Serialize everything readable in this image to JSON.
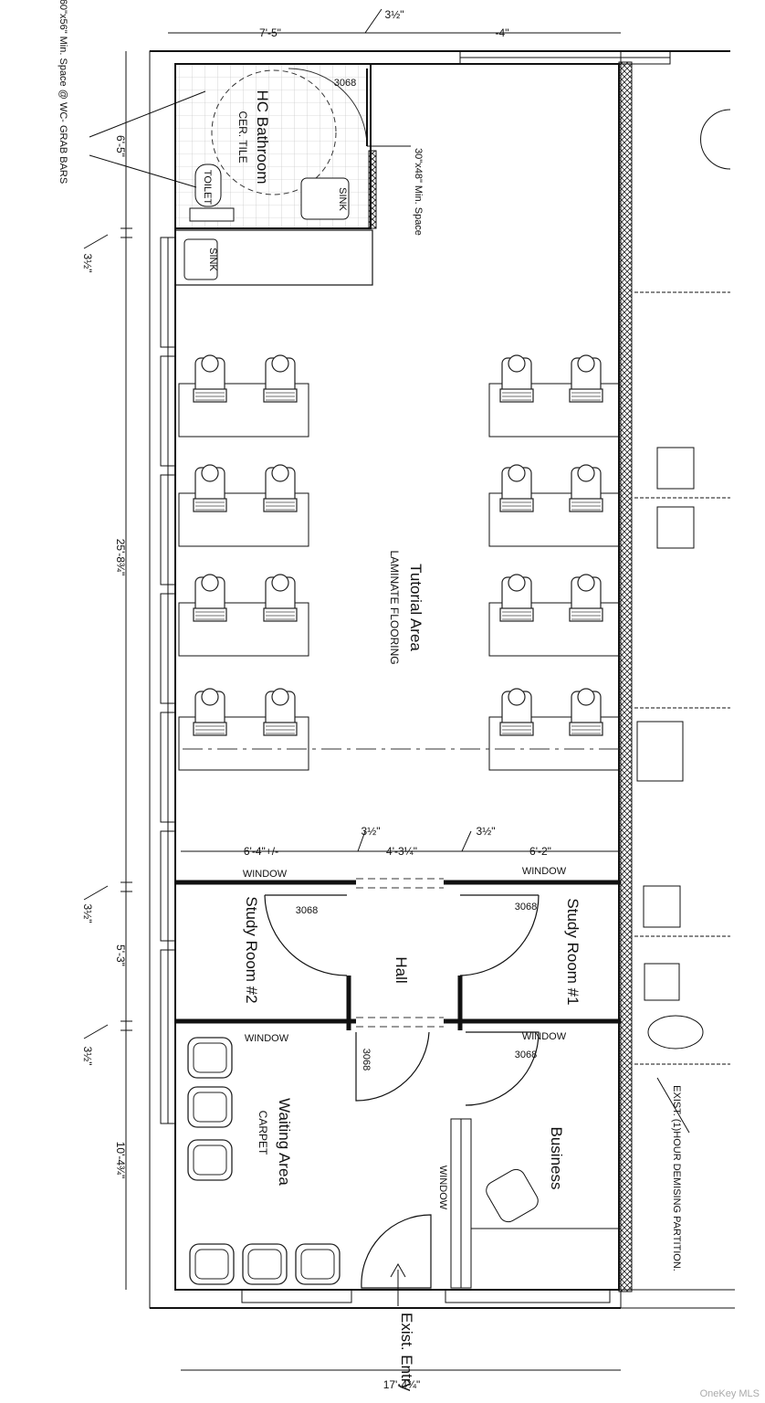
{
  "rooms": {
    "bathroom": "HC Bathroom",
    "bathroom_finish": "CER. TILE",
    "tutorial": "Tutorial Area",
    "tutorial_finish": "LAMINATE FLOORING",
    "study1": "Study Room #1",
    "study2": "Study Room #2",
    "hall": "Hall",
    "waiting": "Waiting Area",
    "waiting_finish": "CARPET",
    "business": "Business"
  },
  "fixtures": {
    "toilet": "TOILET",
    "sink": "SINK",
    "sink2": "SINK"
  },
  "notes": {
    "grab_bars": "60\"x56\" Min. Space @ WC- GRAB BARS",
    "min_space": "30\"x48\" Min. Space",
    "partition": "EXIST. (1)HOUR DEMISING PARTITION.",
    "exist_entry": "Exist. Entry"
  },
  "doors": [
    "3068",
    "3068",
    "3068",
    "3068",
    "3068"
  ],
  "windows": [
    "WINDOW",
    "WINDOW",
    "WINDOW",
    "WINDOW",
    "WINDOW"
  ],
  "dimensions": {
    "top_bath": "7'-5\"",
    "top_half": "3½\"",
    "top_right": "-4\"",
    "left_bath": "6'-5\"",
    "left_half1": "3½\"",
    "left_tutorial": "25'-8¾\"",
    "left_half2": "3½\"",
    "left_study": "5'-3\"",
    "left_half3": "3½\"",
    "left_waiting": "10'-4¾\"",
    "mid_left": "6'-4\"+/-",
    "mid_half1": "3½\"",
    "mid_hall": "4'-3¼\"",
    "mid_half2": "3½\"",
    "mid_right": "6'-2\"",
    "bottom_total": "17'-4¾\""
  },
  "watermark": "OneKey MLS"
}
